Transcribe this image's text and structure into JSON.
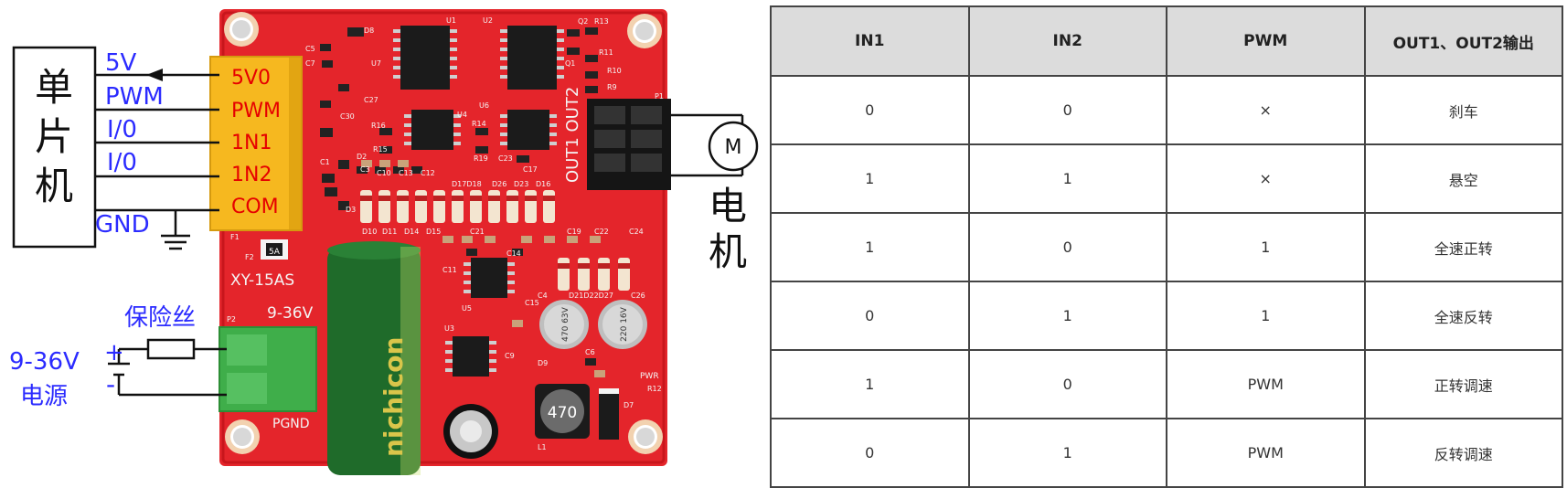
{
  "diagram": {
    "mcu_label": [
      "单",
      "片",
      "机"
    ],
    "signals": [
      "5V",
      "PWM",
      "I/0",
      "I/0",
      "GND"
    ],
    "terminal_pins": [
      "5V0",
      "PWM",
      "1N1",
      "1N2",
      "COM"
    ],
    "motor_symbol": "M",
    "motor_label": [
      "电",
      "机"
    ],
    "output_label": "OUT1 OUT2",
    "fuse_label": "保险丝",
    "power_voltage": "9-36V",
    "power_label": "电源",
    "polarity_plus": "+",
    "polarity_minus": "-",
    "board_model": "XY-15AS",
    "board_voltage": "9-36V",
    "pgnd_label": "PGND",
    "cap_brand": "nichicon",
    "inductor_value": "470",
    "cap1_text": "470 63V",
    "cap2_text": "220 16V",
    "fuse_part": "5A",
    "pwr_label": "PWR",
    "refs": {
      "u1": "U1",
      "u2": "U2",
      "u3": "U3",
      "u4": "U4",
      "u5": "U5",
      "u6": "U6",
      "u7": "U7",
      "q2": "Q2",
      "q1": "Q1",
      "r13": "R13",
      "r11": "R11",
      "r10": "R10",
      "r9": "R9",
      "r16": "R16",
      "r15": "R15",
      "r14": "R14",
      "r19": "R19",
      "c17": "C17",
      "c23": "C23",
      "d8": "D8",
      "c5": "C5",
      "c7": "C7",
      "c27": "C27",
      "c30": "C30",
      "d2": "D2",
      "d3": "D3",
      "c1": "C1",
      "c3": "C3",
      "c10": "C10",
      "c13": "C13",
      "c12": "C12",
      "d17": "D17D18",
      "d26": "D26",
      "d23": "D23",
      "d16": "D16",
      "d10": "D10",
      "d11": "D11",
      "d14": "D14",
      "d15": "D15",
      "c21": "C21",
      "c14": "C14",
      "c19": "C19",
      "c22": "C22",
      "c24": "C24",
      "c11": "C11",
      "d21": "D21D22D27",
      "c26": "C26",
      "c4": "C4",
      "c15": "C15",
      "c9": "C9",
      "d9": "D9",
      "c6": "C6",
      "l1": "L1",
      "d7": "D7",
      "r12": "R12",
      "f1": "F1",
      "f2": "F2",
      "p1": "P1",
      "p2": "P2"
    }
  },
  "table": {
    "headers": [
      "IN1",
      "IN2",
      "PWM",
      "OUT1、OUT2输出"
    ],
    "rows": [
      [
        "0",
        "0",
        "×",
        "刹车"
      ],
      [
        "1",
        "1",
        "×",
        "悬空"
      ],
      [
        "1",
        "0",
        "1",
        "全速正转"
      ],
      [
        "0",
        "1",
        "1",
        "全速反转"
      ],
      [
        "1",
        "0",
        "PWM",
        "正转调速"
      ],
      [
        "0",
        "1",
        "PWM",
        "反转调速"
      ]
    ]
  },
  "colors": {
    "pcb": "#e4252b",
    "terminal_yellow": "#f6b81f",
    "terminal_green": "#3fae4a",
    "capacitor_green": "#1f6b2a",
    "signal_blue": "#2b2bff",
    "pin_red": "#e60000",
    "header_gray": "#dcdcdc"
  }
}
